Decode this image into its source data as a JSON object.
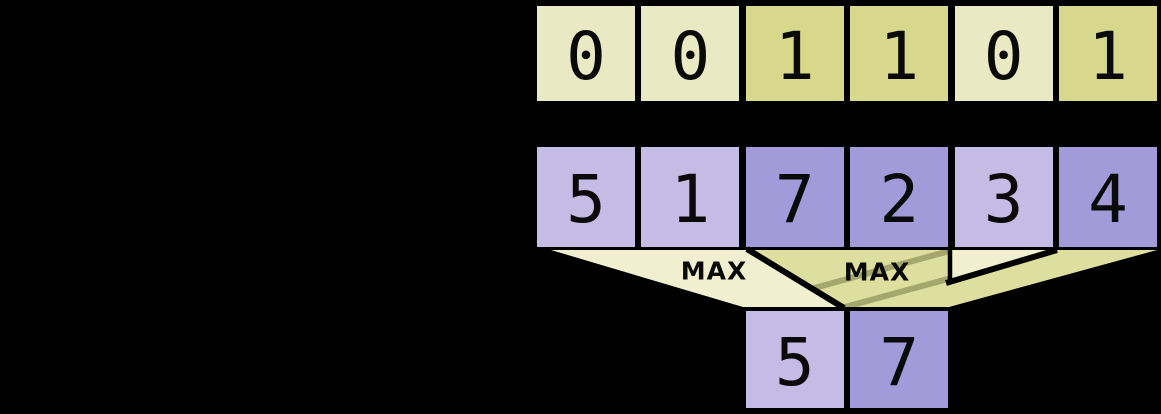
{
  "diagram": {
    "description_visible": false,
    "operation_labels": [
      "MAX",
      "MAX"
    ],
    "index_row": {
      "cells": [
        {
          "value": "0",
          "shade": "light"
        },
        {
          "value": "0",
          "shade": "light"
        },
        {
          "value": "1",
          "shade": "dark"
        },
        {
          "value": "1",
          "shade": "dark"
        },
        {
          "value": "0",
          "shade": "light"
        },
        {
          "value": "1",
          "shade": "dark"
        }
      ]
    },
    "input_row": {
      "cells": [
        {
          "value": "5",
          "shade": "light"
        },
        {
          "value": "1",
          "shade": "light"
        },
        {
          "value": "7",
          "shade": "dark"
        },
        {
          "value": "2",
          "shade": "dark"
        },
        {
          "value": "3",
          "shade": "light"
        },
        {
          "value": "4",
          "shade": "dark"
        }
      ]
    },
    "output_row": {
      "cells": [
        {
          "value": "5",
          "shade": "light"
        },
        {
          "value": "7",
          "shade": "dark"
        }
      ]
    }
  },
  "colors": {
    "background": "#000000",
    "mask_zero_fill": "#e9e9c4",
    "mask_one_fill": "#d8d88c",
    "data_light_fill": "#c4bce4",
    "data_dark_fill": "#a29ad9",
    "funnel_light_fill": "#f0f0d1",
    "funnel_dark_fill": "#dedf9e",
    "overlap_stripe": "#4b4b1e",
    "funnel_outline": "#000000",
    "cell_border": "#000000",
    "digit_color": "#0a0a0a",
    "max_label_color": "#0a0a0a"
  }
}
